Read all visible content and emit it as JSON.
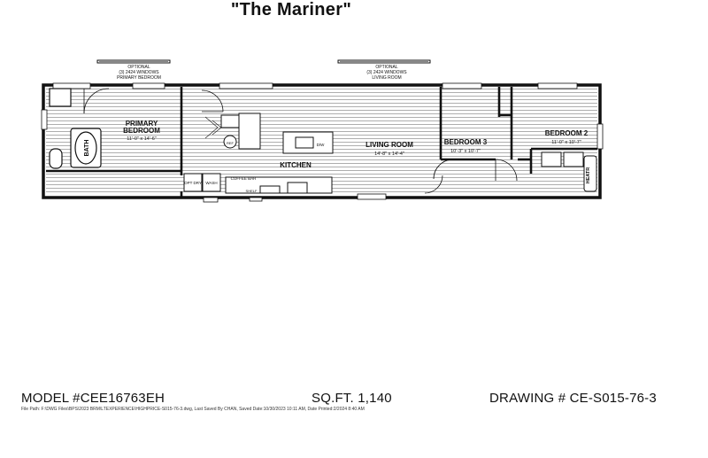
{
  "title": "\"The Mariner\"",
  "options": {
    "primary": [
      "OPTIONAL",
      "(3) 2424 WINDOWS",
      "PRIMARY BEDROOM"
    ],
    "living": [
      "OPTIONAL",
      "(3) 2424 WINDOWS",
      "LIVING ROOM"
    ]
  },
  "rooms": {
    "primary_bedroom": {
      "name_1": "PRIMARY",
      "name_2": "BEDROOM",
      "dims": "11'-0\" x 14'-6\""
    },
    "bath": "BATH",
    "kitchen": "KITCHEN",
    "living_room": {
      "name": "LIVING ROOM",
      "dims": "14'-8\" x 14'-4\""
    },
    "bedroom_3": {
      "name": "BEDROOM 3",
      "dims": "10'-3\" x 10'-7\""
    },
    "bedroom_2": {
      "name": "BEDROOM 2",
      "dims": "11'-0\" x 10'-7\""
    },
    "heater": "HEATR"
  },
  "fixtures": {
    "dw": "D/W",
    "ref": "REF",
    "opt_dry": "OPT DRY",
    "wash": "WASH",
    "coffee_bar": "COFFEE BAR",
    "shelf": "SHELF"
  },
  "footer": {
    "model": "MODEL #CEE16763EH",
    "sqft": "SQ.FT. 1,140",
    "drawing": "DRAWING # CE-S015-76-3",
    "fine_print": "File Path: F:\\DWG Files\\BPS\\2023 BRM\\LTEXPERIENCE\\HIGHPRICE-S015-76-3.dwg, Last Saved By CHAN, Saved Date:10/30/2023 10:11 AM, Date Printed:2/2024 8:40 AM"
  }
}
